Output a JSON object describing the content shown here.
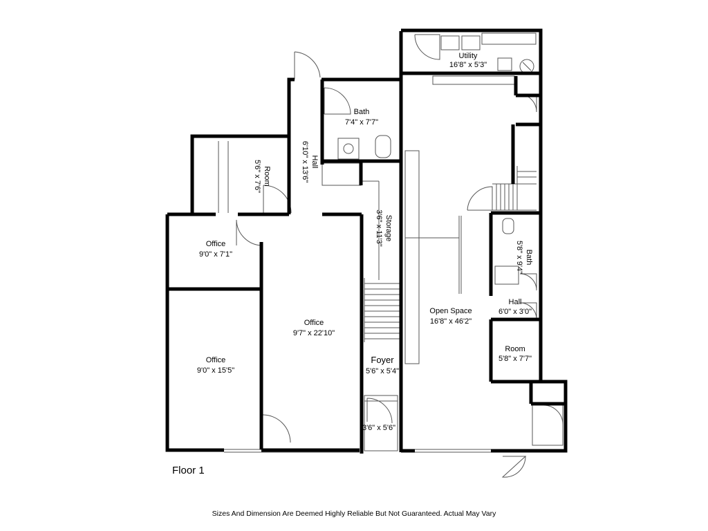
{
  "floor_label": "Floor 1",
  "disclaimer": "Sizes And Dimension Are Deemed Highly Reliable But Not Guaranteed. Actual May Vary",
  "rooms": [
    {
      "name": "Utility",
      "size": "16'8\" x 5'3\""
    },
    {
      "name": "Bath",
      "size": "7'4\" x 7'7\""
    },
    {
      "name": "Hall",
      "size": "6'10\" x 13'6\""
    },
    {
      "name": "Room",
      "size": "5'6\" x 7'6\""
    },
    {
      "name": "Storage",
      "size": "3'6\" x 11'3\""
    },
    {
      "name": "Office",
      "size": "9'0\" x 7'1\""
    },
    {
      "name": "Office",
      "size": "9'7\" x 22'10\""
    },
    {
      "name": "Office",
      "size": "9'0\" x 15'5\""
    },
    {
      "name": "Foyer",
      "size": "5'6\" x 5'4\""
    },
    {
      "name": "",
      "size": "3'6\" x 5'6\""
    },
    {
      "name": "Open Space",
      "size": "16'8\" x 46'2\""
    },
    {
      "name": "Bath",
      "size": "5'8\" x 9'4\""
    },
    {
      "name": "Hall",
      "size": "6'0\" x 3'0\""
    },
    {
      "name": "Room",
      "size": "5'8\" x 7'7\""
    }
  ]
}
